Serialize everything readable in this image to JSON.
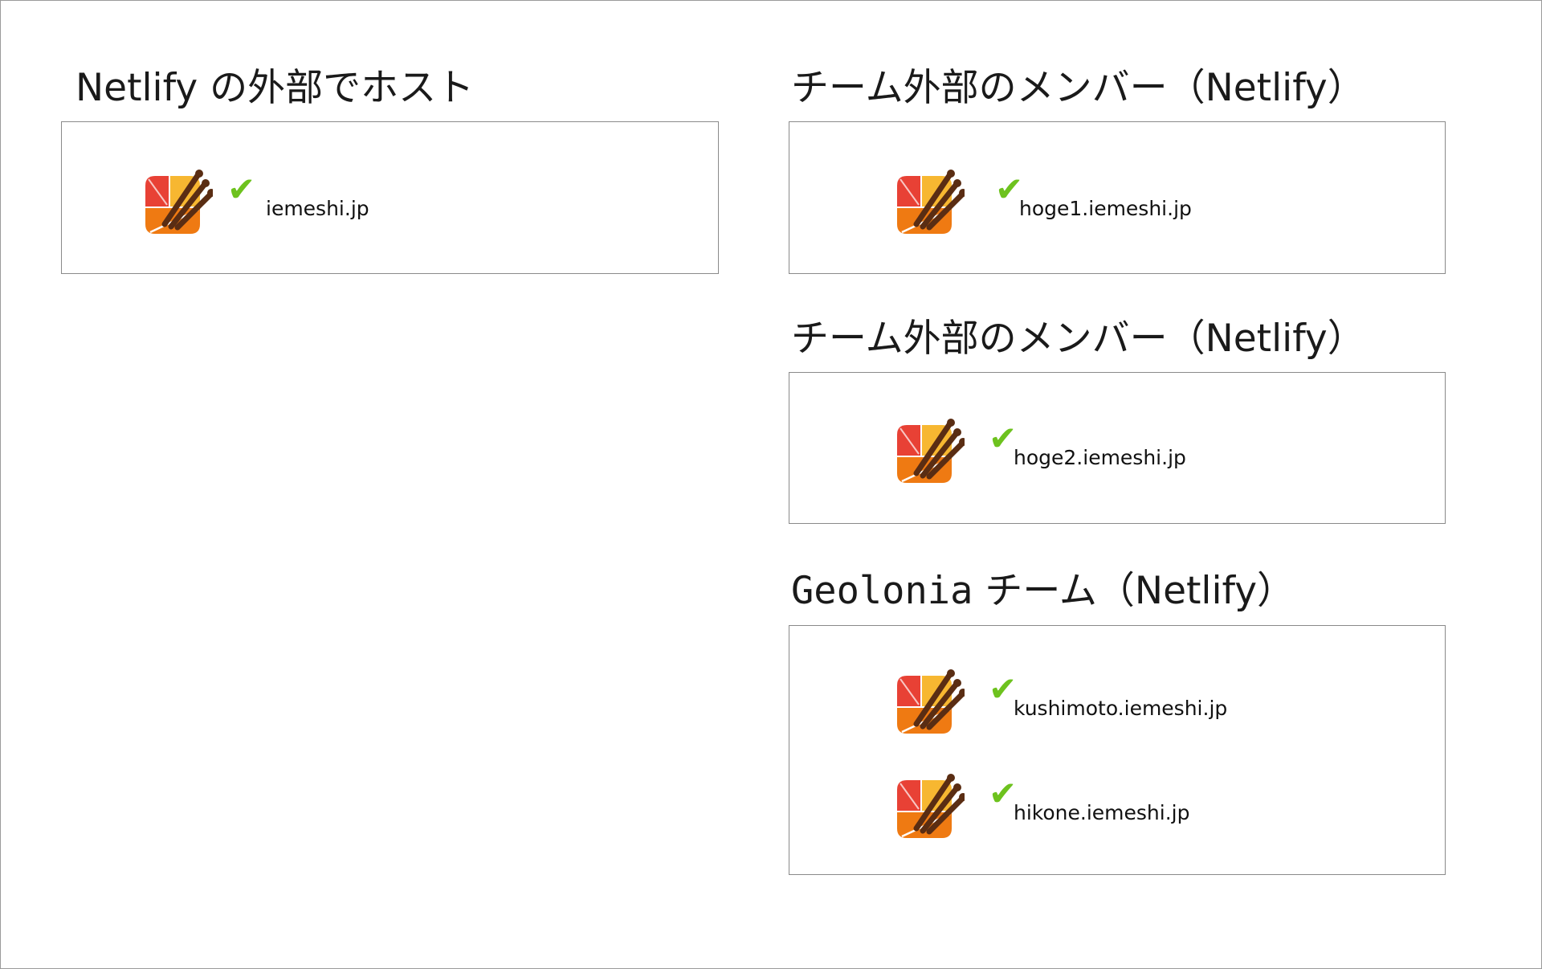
{
  "colors": {
    "check": "#6dc21e",
    "border": "#8a8a8a",
    "logo_red": "#e84135",
    "logo_yellow": "#f7b731",
    "logo_orange": "#ef7a12",
    "logo_stick": "#5a2d13"
  },
  "icons": {
    "logo": "iemeshi-logo-icon",
    "check": "check-icon"
  },
  "check_glyph": "✔",
  "sections": {
    "external_host": {
      "title": "Netlify の外部でホスト",
      "entries": [
        {
          "domain": "iemeshi.jp"
        }
      ]
    },
    "outside_member_1": {
      "title": "チーム外部のメンバー（Netlify）",
      "entries": [
        {
          "domain": "hoge1.iemeshi.jp"
        }
      ]
    },
    "outside_member_2": {
      "title": "チーム外部のメンバー（Netlify）",
      "entries": [
        {
          "domain": "hoge2.iemeshi.jp"
        }
      ]
    },
    "geolonia_team": {
      "title_prefix": "Geolonia",
      "title_suffix": " チーム（Netlify）",
      "entries": [
        {
          "domain": "kushimoto.iemeshi.jp"
        },
        {
          "domain": "hikone.iemeshi.jp"
        }
      ]
    }
  }
}
